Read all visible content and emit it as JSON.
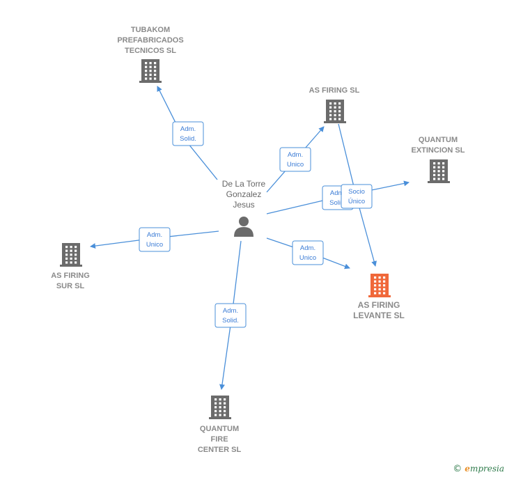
{
  "center": {
    "name_lines": [
      "De La Torre",
      "Gonzalez",
      "Jesus"
    ],
    "icon": "person-icon"
  },
  "companies": [
    {
      "id": "tubakom",
      "lines": [
        "TUBAKOM",
        "PREFABRICADOS",
        "TECNICOS SL"
      ],
      "icon": "building-icon",
      "highlight": false
    },
    {
      "id": "as-firing",
      "lines": [
        "AS FIRING  SL"
      ],
      "icon": "building-icon",
      "highlight": false
    },
    {
      "id": "quantum-extincion",
      "lines": [
        "QUANTUM",
        "EXTINCION  SL"
      ],
      "icon": "building-icon",
      "highlight": false
    },
    {
      "id": "as-firing-levante",
      "lines": [
        "AS FIRING",
        "LEVANTE  SL"
      ],
      "icon": "building-icon",
      "highlight": true
    },
    {
      "id": "as-firing-sur",
      "lines": [
        "AS FIRING",
        "SUR  SL"
      ],
      "icon": "building-icon",
      "highlight": false
    },
    {
      "id": "quantum-fire-center",
      "lines": [
        "QUANTUM",
        "FIRE",
        "CENTER  SL"
      ],
      "icon": "building-icon",
      "highlight": false
    }
  ],
  "relations": [
    {
      "from": "center",
      "to": "tubakom",
      "lines": [
        "Adm.",
        "Solid."
      ]
    },
    {
      "from": "center",
      "to": "as-firing",
      "lines": [
        "Adm.",
        "Unico"
      ]
    },
    {
      "from": "center",
      "to": "quantum-extincion",
      "lines": [
        "Adm.",
        "Solid."
      ]
    },
    {
      "from": "as-firing",
      "to": "as-firing-levante",
      "lines": [
        "Socio",
        "Único"
      ]
    },
    {
      "from": "center",
      "to": "as-firing-levante",
      "lines": [
        "Adm.",
        "Unico"
      ]
    },
    {
      "from": "center",
      "to": "as-firing-sur",
      "lines": [
        "Adm.",
        "Unico"
      ]
    },
    {
      "from": "center",
      "to": "quantum-fire-center",
      "lines": [
        "Adm.",
        "Solid."
      ]
    }
  ],
  "colors": {
    "edge": "#4a8fd9",
    "building": "#6b6b6b",
    "building_highlight": "#f0683a"
  },
  "footer": {
    "copyright": "©",
    "brand_first": "e",
    "brand_rest": "mpresia"
  }
}
